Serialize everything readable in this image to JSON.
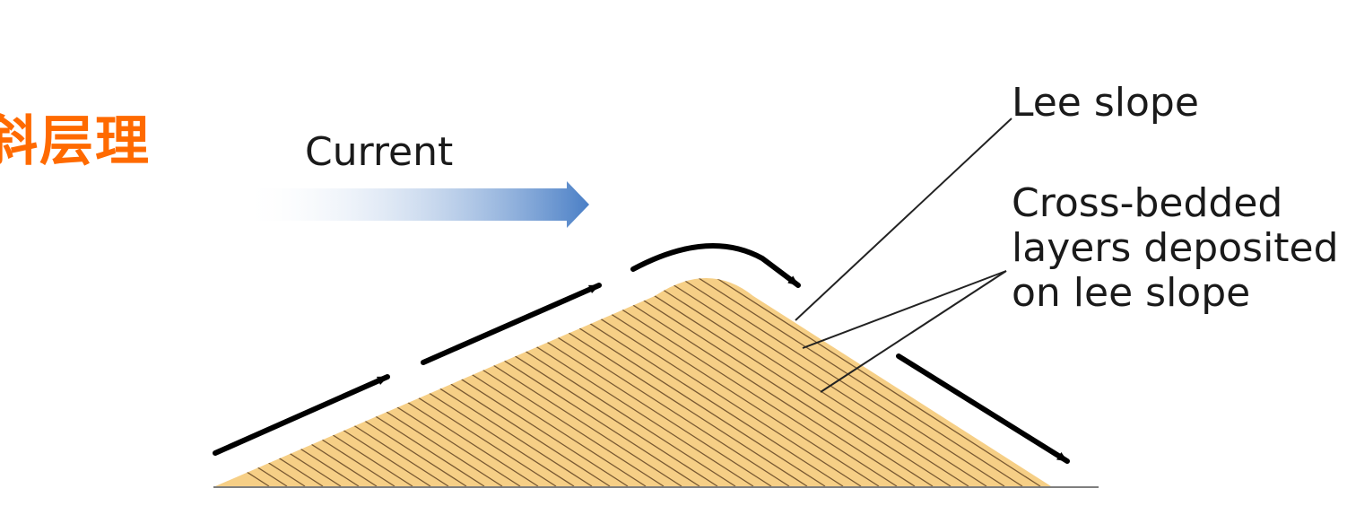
{
  "title": "斜层理",
  "labels": {
    "current": "Current",
    "lee_slope": "Lee slope",
    "cross_bedded": [
      "Cross-bedded",
      "layers deposited",
      "on lee slope"
    ]
  },
  "colors": {
    "title": "#ff6a00",
    "dune_fill": "#f6cf86",
    "bedding_lines": "#7a5a32",
    "current_arrow": "#4a7fc6",
    "flow_arrows": "#000000",
    "leader_lines": "#222222"
  },
  "icons": {
    "current_arrow": "gradient-right-arrow-icon",
    "flow_arrow": "arrow-right-icon"
  }
}
